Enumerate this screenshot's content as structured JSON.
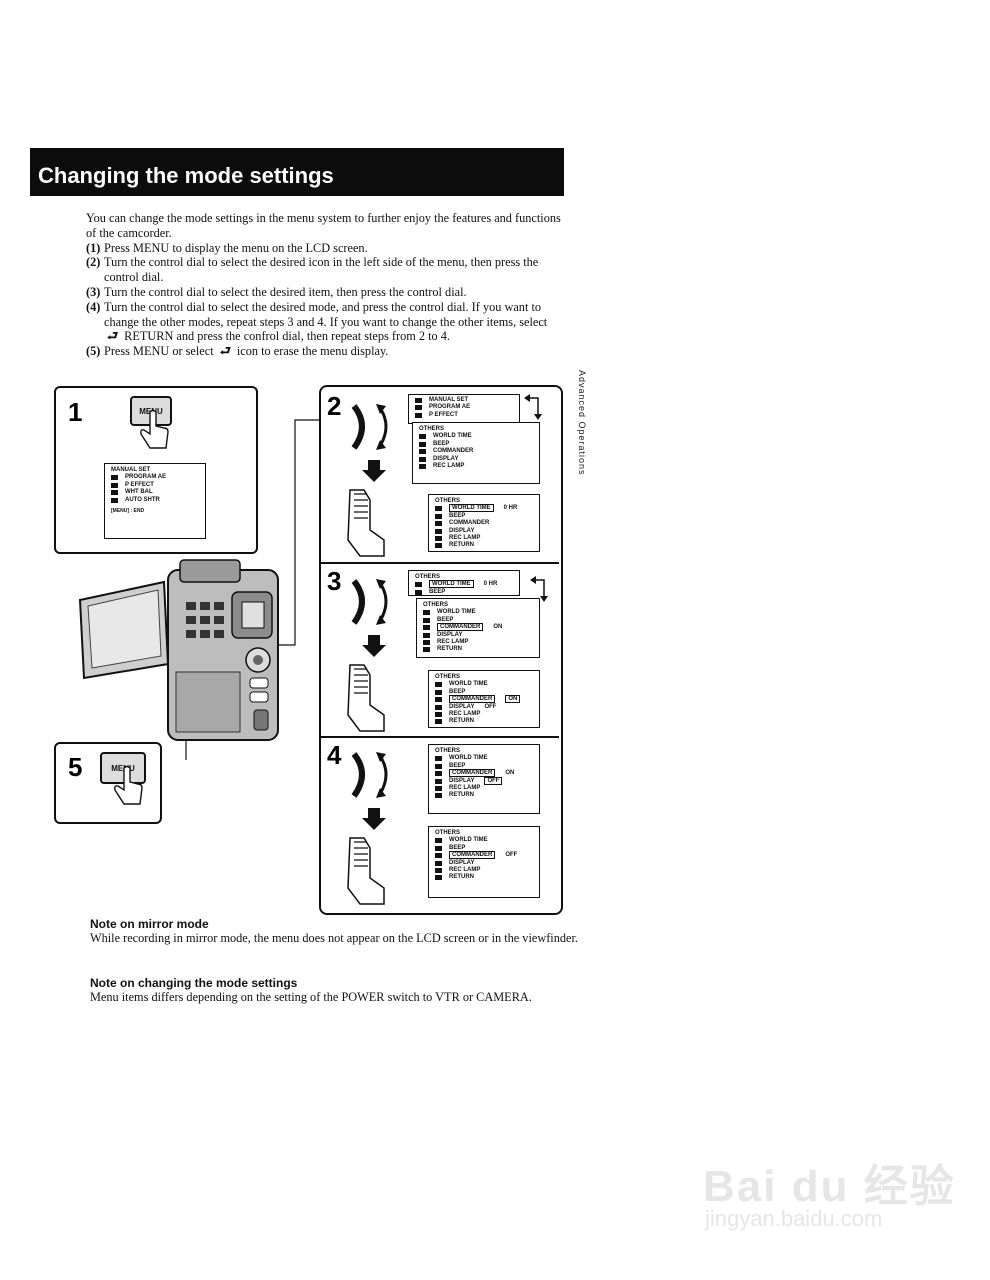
{
  "title": "Changing the mode settings",
  "side_label": "Advanced Operations",
  "intro": "You can change the mode settings in the menu system to further enjoy the features and functions of the camcorder.",
  "steps": [
    {
      "num": "(1)",
      "text": "Press MENU to display the menu on the LCD screen."
    },
    {
      "num": "(2)",
      "text": "Turn the control dial to select the desired icon in the left side of the menu, then press the control dial."
    },
    {
      "num": "(3)",
      "text": "Turn the control dial to select the desired item, then press the control dial."
    },
    {
      "num": "(4)",
      "text_before": "Turn the control dial to select the desired mode, and press the control dial. If you want to change the other modes, repeat steps 3 and 4. If you want to change the other items, select",
      "icon": "⮐",
      "text_after": "RETURN and press the confrol dial, then repeat steps from 2 to 4."
    },
    {
      "num": "(5)",
      "text_before": "Press MENU or select",
      "icon": "⮐",
      "text_after": "icon to erase the menu display."
    }
  ],
  "figure": {
    "step1_num": "1",
    "step2_num": "2",
    "step3_num": "3",
    "step4_num": "4",
    "step5_num": "5",
    "menu_button_label": "MENU",
    "screen1": {
      "header": "MANUAL SET",
      "items": [
        "PROGRAM AE",
        "P EFFECT",
        "WHT BAL",
        "AUTO SHTR"
      ],
      "footer": "[MENU] : END"
    },
    "screen2a": {
      "items": [
        "MANUAL SET",
        "PROGRAM AE",
        "P EFFECT"
      ]
    },
    "screen2b": {
      "header": "OTHERS",
      "items": [
        "WORLD TIME",
        "BEEP",
        "COMMANDER",
        "DISPLAY",
        "REC LAMP"
      ]
    },
    "screen2c": {
      "header": "OTHERS",
      "items": [
        "WORLD TIME",
        "BEEP",
        "COMMANDER",
        "DISPLAY",
        "REC LAMP",
        "RETURN"
      ],
      "value": "0 HR"
    },
    "screen3a": {
      "header": "OTHERS",
      "items": [
        "WORLD TIME",
        "BEEP"
      ],
      "value": "0 HR"
    },
    "screen3b": {
      "header": "OTHERS",
      "items": [
        "WORLD TIME",
        "BEEP",
        "COMMANDER",
        "DISPLAY",
        "REC LAMP",
        "RETURN"
      ],
      "value": "ON"
    },
    "screen3c": {
      "header": "OTHERS",
      "items": [
        "WORLD TIME",
        "BEEP",
        "COMMANDER",
        "DISPLAY",
        "REC LAMP",
        "RETURN"
      ],
      "options": [
        "ON",
        "OFF"
      ]
    },
    "screen4a": {
      "header": "OTHERS",
      "items": [
        "WORLD TIME",
        "BEEP",
        "COMMANDER",
        "DISPLAY",
        "REC LAMP",
        "RETURN"
      ],
      "options": [
        "ON",
        "OFF"
      ]
    },
    "screen4b": {
      "header": "OTHERS",
      "items": [
        "WORLD TIME",
        "BEEP",
        "COMMANDER",
        "DISPLAY",
        "REC LAMP",
        "RETURN"
      ],
      "value": "OFF"
    }
  },
  "notes": [
    {
      "heading": "Note on mirror mode",
      "text": "While recording in mirror mode, the menu does not appear on the LCD screen or in the viewfinder."
    },
    {
      "heading": "Note on changing the mode settings",
      "text": "Menu items differs depending on the setting of the POWER switch to VTR or CAMERA."
    }
  ],
  "watermark": "Bai du 经验",
  "watermark_sub": "jingyan.baidu.com"
}
